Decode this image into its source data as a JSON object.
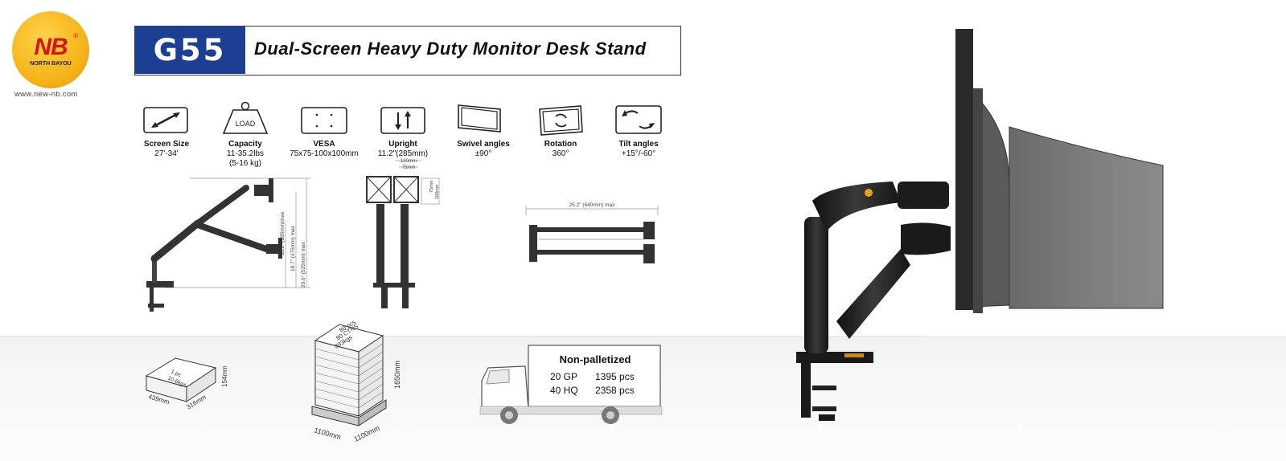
{
  "brand": {
    "logo_text": "NB",
    "logo_subtext": "NORTH BAYOU",
    "website": "www.new-nb.com"
  },
  "header": {
    "model": "G55",
    "title": "Dual-Screen Heavy Duty Monitor Desk Stand"
  },
  "specs": [
    {
      "icon": "diagonal-arrow-icon",
      "name": "Screen Size",
      "value": "27'-34'"
    },
    {
      "icon": "load-weight-icon",
      "icon_text": "LOAD",
      "name": "Capacity",
      "value": "11-35.2lbs",
      "value2": "(5-16 kg)"
    },
    {
      "icon": "vesa-pattern-icon",
      "name": "VESA",
      "value": "75x75-100x100mm"
    },
    {
      "icon": "up-down-arrows-icon",
      "name": "Upright",
      "value": "11.2\"(285mm)"
    },
    {
      "icon": "swivel-icon",
      "name": "Swivel angles",
      "value": "±90°"
    },
    {
      "icon": "rotation-icon",
      "name": "Rotation",
      "value": "360°"
    },
    {
      "icon": "tilt-icon",
      "name": "Tilt angles",
      "value": "+15°/-60°"
    }
  ],
  "dimensions": {
    "side_height_1": "11.2\" (285mm)max",
    "side_height_2": "18.7\" (475mm) max",
    "side_height_3": "20.6\" (525mm) max",
    "vesa_100": "100mm",
    "vesa_75": "75mm",
    "vesa_75_v": "75mm",
    "vesa_100_v": "100mm",
    "top_width": "25.2\" (640mm) max"
  },
  "packaging": {
    "box_label_1": "1 pc",
    "box_label_2": "10.6kgs",
    "box_length": "439mm",
    "box_width": "316mm",
    "box_height": "154mm",
    "pallet_label_1": "80 pcs",
    "pallet_label_2": "80 CTNS",
    "pallet_label_3": "893kgs",
    "pallet_height": "1650mm",
    "pallet_length": "1100mm",
    "pallet_width": "1100mm"
  },
  "shipping": {
    "heading": "Non-palletized",
    "rows": [
      {
        "container": "20 GP",
        "qty": "1395 pcs"
      },
      {
        "container": "40 HQ",
        "qty": "2358 pcs"
      }
    ]
  },
  "colors": {
    "brand_blue": "#1c3f93",
    "logo_yellow": "#f5b51a",
    "logo_red": "#d4151b",
    "product_black": "#1a1a1a"
  }
}
